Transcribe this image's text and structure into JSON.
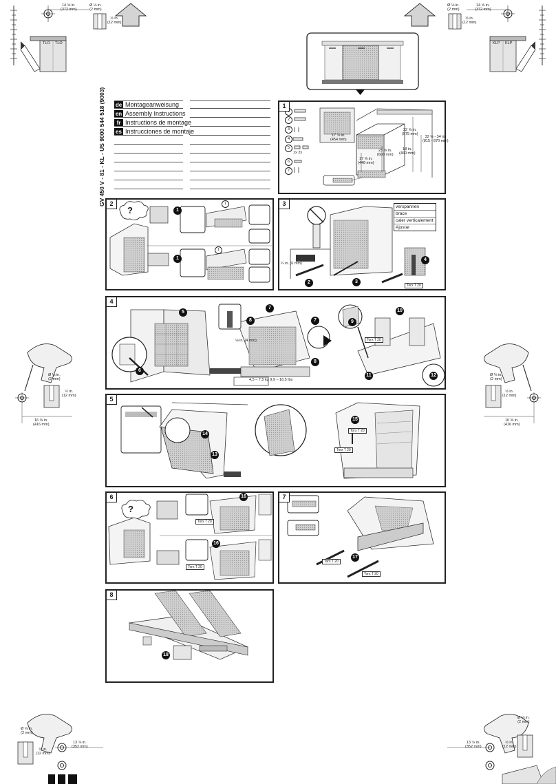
{
  "document": {
    "model_code": "GV 450 V - 81 - KL - US    9000 544 518 (9003)",
    "languages": [
      {
        "code": "de",
        "title": "Montageanweisung"
      },
      {
        "code": "en",
        "title": "Assembly Instructions"
      },
      {
        "code": "fr",
        "title": "Instructions de montage"
      },
      {
        "code": "es",
        "title": "Instrucciones de montaje"
      }
    ]
  },
  "corners": {
    "top_left": {
      "dim1": "14 ⅝ in.",
      "dim1b": "(372 mm)",
      "drill": "Ø ⅛ in.",
      "drillb": "(2 mm)",
      "depth": "½ in.",
      "depthb": "(12 mm)",
      "labels": [
        "TLO",
        "TLO"
      ]
    },
    "top_right": {
      "dim1": "14 ⅝ in.",
      "dim1b": "(372 mm)",
      "drill": "Ø ⅛ in.",
      "drillb": "(2 mm)",
      "depth": "½ in.",
      "depthb": "(12 mm)",
      "labels": [
        "KLP",
        "KLP"
      ]
    },
    "mid_left": {
      "drill": "Ø ⅛ in.",
      "drillb": "(2 mm)",
      "depth": "½ in.",
      "depthb": "(12 mm)",
      "dim": "16 ⅜ in.",
      "dimb": "(416 mm)"
    },
    "mid_right": {
      "drill": "Ø ⅛ in.",
      "drillb": "(2 mm)",
      "depth": "½ in.",
      "depthb": "(12 mm)",
      "dim": "16 ⅜ in.",
      "dimb": "(416 mm)"
    },
    "bot_left": {
      "drill": "Ø ⅛ in.",
      "drillb": "(2 mm)",
      "depth": "½ in.",
      "depthb": "(12 mm)",
      "dim": "13 ⅞ in.",
      "dimb": "(352 mm)"
    },
    "bot_right": {
      "drill": "Ø ⅛ in.",
      "drillb": "(2 mm)",
      "depth": "½ in.",
      "depthb": "(12 mm)",
      "dim": "13 ⅞ in.",
      "dimb": "(352 mm)"
    }
  },
  "panels": {
    "p1": {
      "num": "1",
      "parts": [
        "1",
        "2",
        "3",
        "4",
        "5",
        "6",
        "7"
      ],
      "parts_qty": [
        "",
        "",
        "",
        "",
        "1x  2x",
        "",
        ""
      ],
      "dims": [
        "22 ⅝ in.",
        "(575 mm)",
        "23 ⅝ in.",
        "(600 mm)",
        "32 ⅛ - 34 in.",
        "(815 - 870 mm)",
        "17 ⅞ in.",
        "(454 mm)",
        "17 ⅝ in.",
        "(448 mm)",
        "18 in.",
        "(460 mm)"
      ]
    },
    "p2": {
      "num": "2",
      "question": "?",
      "callouts": [
        "1",
        "1",
        "1",
        "1"
      ]
    },
    "p3": {
      "num": "3",
      "callouts": [
        "2",
        "3",
        "4"
      ],
      "dim": "¼ in. (6 mm)",
      "torx": "Torx T 20",
      "labels": [
        "verspannen",
        "brace",
        "caler verticalement",
        "Ajustar"
      ]
    },
    "p4": {
      "num": "4",
      "callouts": [
        "5",
        "6",
        "7",
        "7",
        "8",
        "8",
        "9",
        "10",
        "11",
        "12"
      ],
      "weight": "4,5 – 7,5 kg  9,9 – 16,5 lbs",
      "torx": "Torx T 20",
      "dim": "⅛ in. (4 mm)"
    },
    "p5": {
      "num": "5",
      "callouts": [
        "13",
        "14",
        "15"
      ],
      "torx": [
        "Torx T 20",
        "Torx T 20"
      ]
    },
    "p6": {
      "num": "6",
      "question": "?",
      "callouts": [
        "16",
        "16"
      ],
      "torx": [
        "Torx T 20",
        "Torx T 20"
      ]
    },
    "p7": {
      "num": "7",
      "callouts": [
        "17"
      ],
      "torx": [
        "Torx T 20",
        "Torx T 20"
      ]
    },
    "p8": {
      "num": "8",
      "callouts": [
        "18"
      ]
    }
  }
}
